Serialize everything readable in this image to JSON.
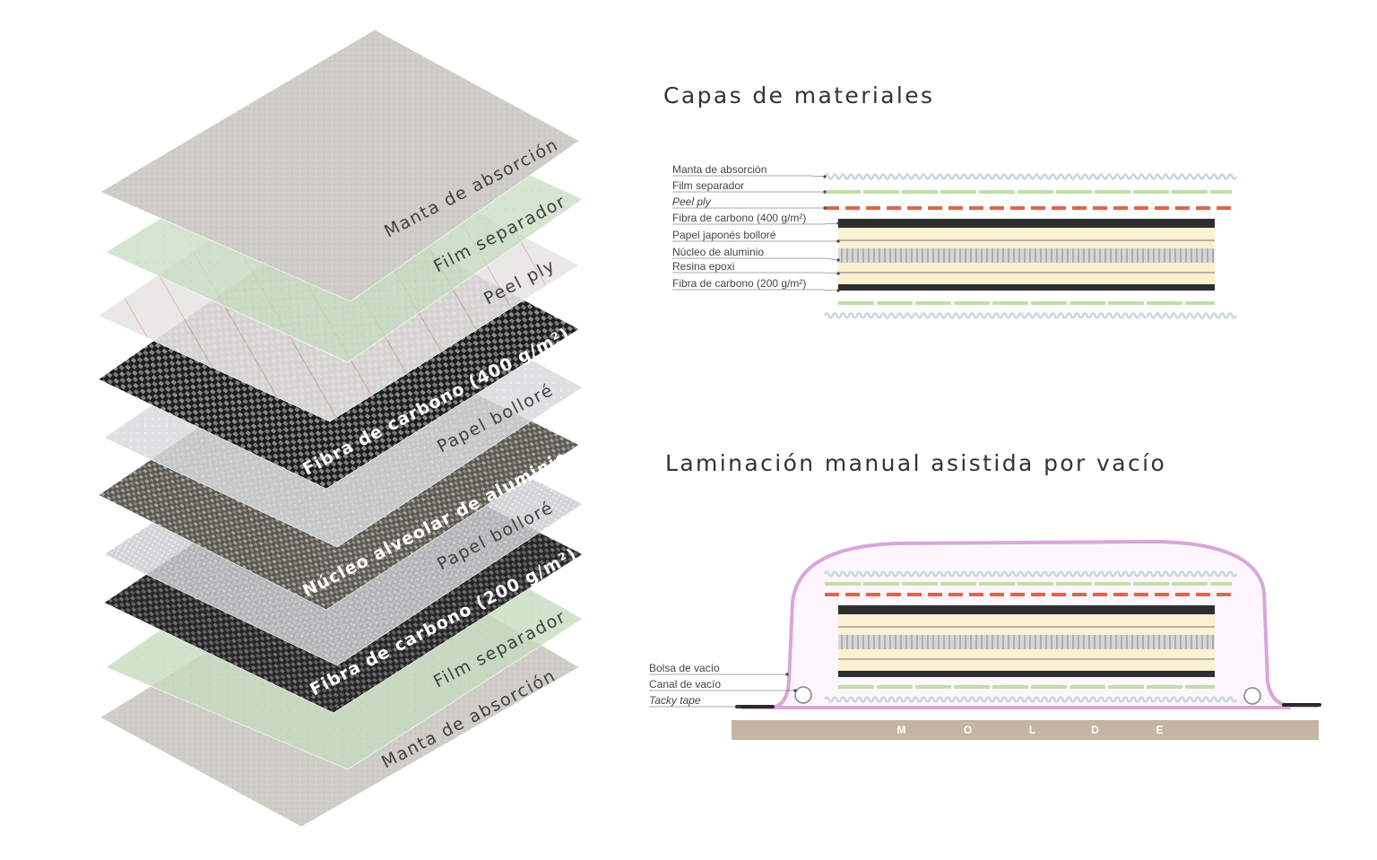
{
  "titles": {
    "layers": "Capas de materiales",
    "vacuum": "Laminación manual asistida por vacío"
  },
  "stack_labels": [
    {
      "text": "Manta de absorción",
      "style": "dark"
    },
    {
      "text": "Film separador",
      "style": "dark"
    },
    {
      "text": "Peel ply",
      "style": "dark"
    },
    {
      "text": "Fibra de carbono (400 g/m²)",
      "style": "light"
    },
    {
      "text": "Papel bolloré",
      "style": "dark"
    },
    {
      "text": "Núcleo alveolar de aluminio",
      "style": "light"
    },
    {
      "text": "Papel bolloré",
      "style": "dark"
    },
    {
      "text": "Fibra de carbono (200 g/m²)",
      "style": "light"
    },
    {
      "text": "Film separador",
      "style": "dark"
    },
    {
      "text": "Manta de absorción",
      "style": "dark"
    }
  ],
  "layer_labels": [
    {
      "text": "Manta de absorción",
      "italic": false
    },
    {
      "text": "Film separador",
      "italic": false
    },
    {
      "text": "Peel ply",
      "italic": true
    },
    {
      "text": "Fibra de carbono (400 g/m²)",
      "italic": false
    },
    {
      "text": "Papel japonés bolloré",
      "italic": false
    },
    {
      "text": "Núcleo de aluminio",
      "italic": false
    },
    {
      "text": "Resina epoxi",
      "italic": false
    },
    {
      "text": "Fibra de carbono (200 g/m²)",
      "italic": false
    }
  ],
  "vacuum_labels": [
    {
      "text": "Bolsa de vacío",
      "italic": false
    },
    {
      "text": "Canal de vacío",
      "italic": false
    },
    {
      "text": "Tacky tape",
      "italic": true
    }
  ],
  "mold_letters": [
    "M",
    "O",
    "L",
    "D",
    "E"
  ],
  "colors": {
    "absorption": "#c9d8dc",
    "separator": "#bfe0a6",
    "peel_ply": "#e2634c",
    "carbon": "#2e2e2e",
    "paper": "#fbf1d2",
    "paper_line": "#b8b3a6",
    "core": "#c9c9c9",
    "bag": "#d9a6da",
    "bag_fill": "#fdf7fd",
    "mold": "#c4b4a3",
    "tape": "#2a2a2a"
  }
}
